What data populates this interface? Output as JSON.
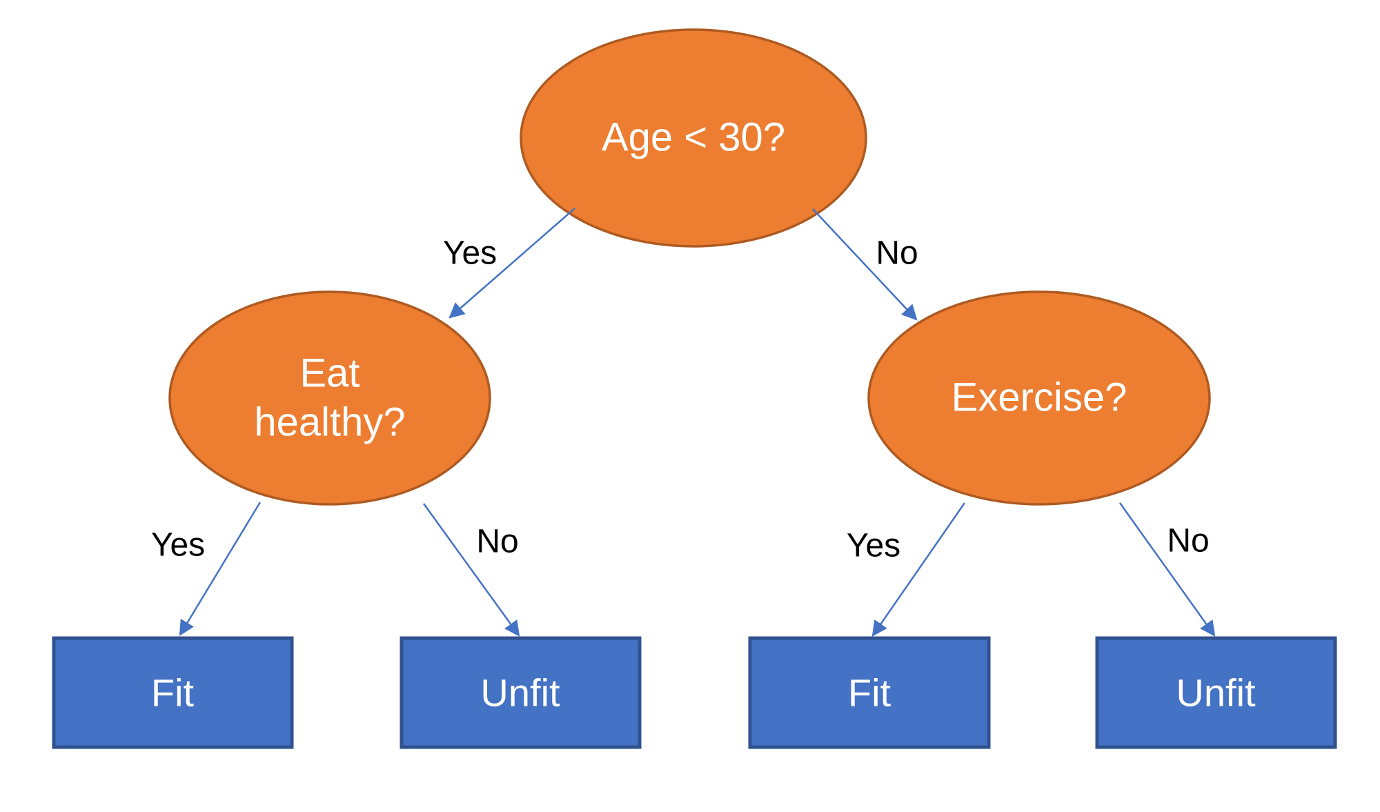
{
  "tree": {
    "nodes": {
      "root": {
        "label": "Age < 30?"
      },
      "left": {
        "label": "Eat healthy?"
      },
      "right": {
        "label": "Exercise?"
      }
    },
    "leaves": {
      "left_yes": {
        "label": "Fit"
      },
      "left_no": {
        "label": "Unfit"
      },
      "right_yes": {
        "label": "Fit"
      },
      "right_no": {
        "label": "Unfit"
      }
    },
    "edges": {
      "root_yes": {
        "label": "Yes"
      },
      "root_no": {
        "label": "No"
      },
      "left_yes": {
        "label": "Yes"
      },
      "left_no": {
        "label": "No"
      },
      "right_yes": {
        "label": "Yes"
      },
      "right_no": {
        "label": "No"
      }
    }
  },
  "colors": {
    "node_fill": "#ED7D31",
    "node_border": "#AE5A21",
    "leaf_fill": "#4472C4",
    "leaf_border": "#2F528F",
    "arrow": "#4472C4",
    "edge_label_text": "#000000",
    "node_text": "#FFFFFF",
    "background": "#FFFFFF"
  }
}
